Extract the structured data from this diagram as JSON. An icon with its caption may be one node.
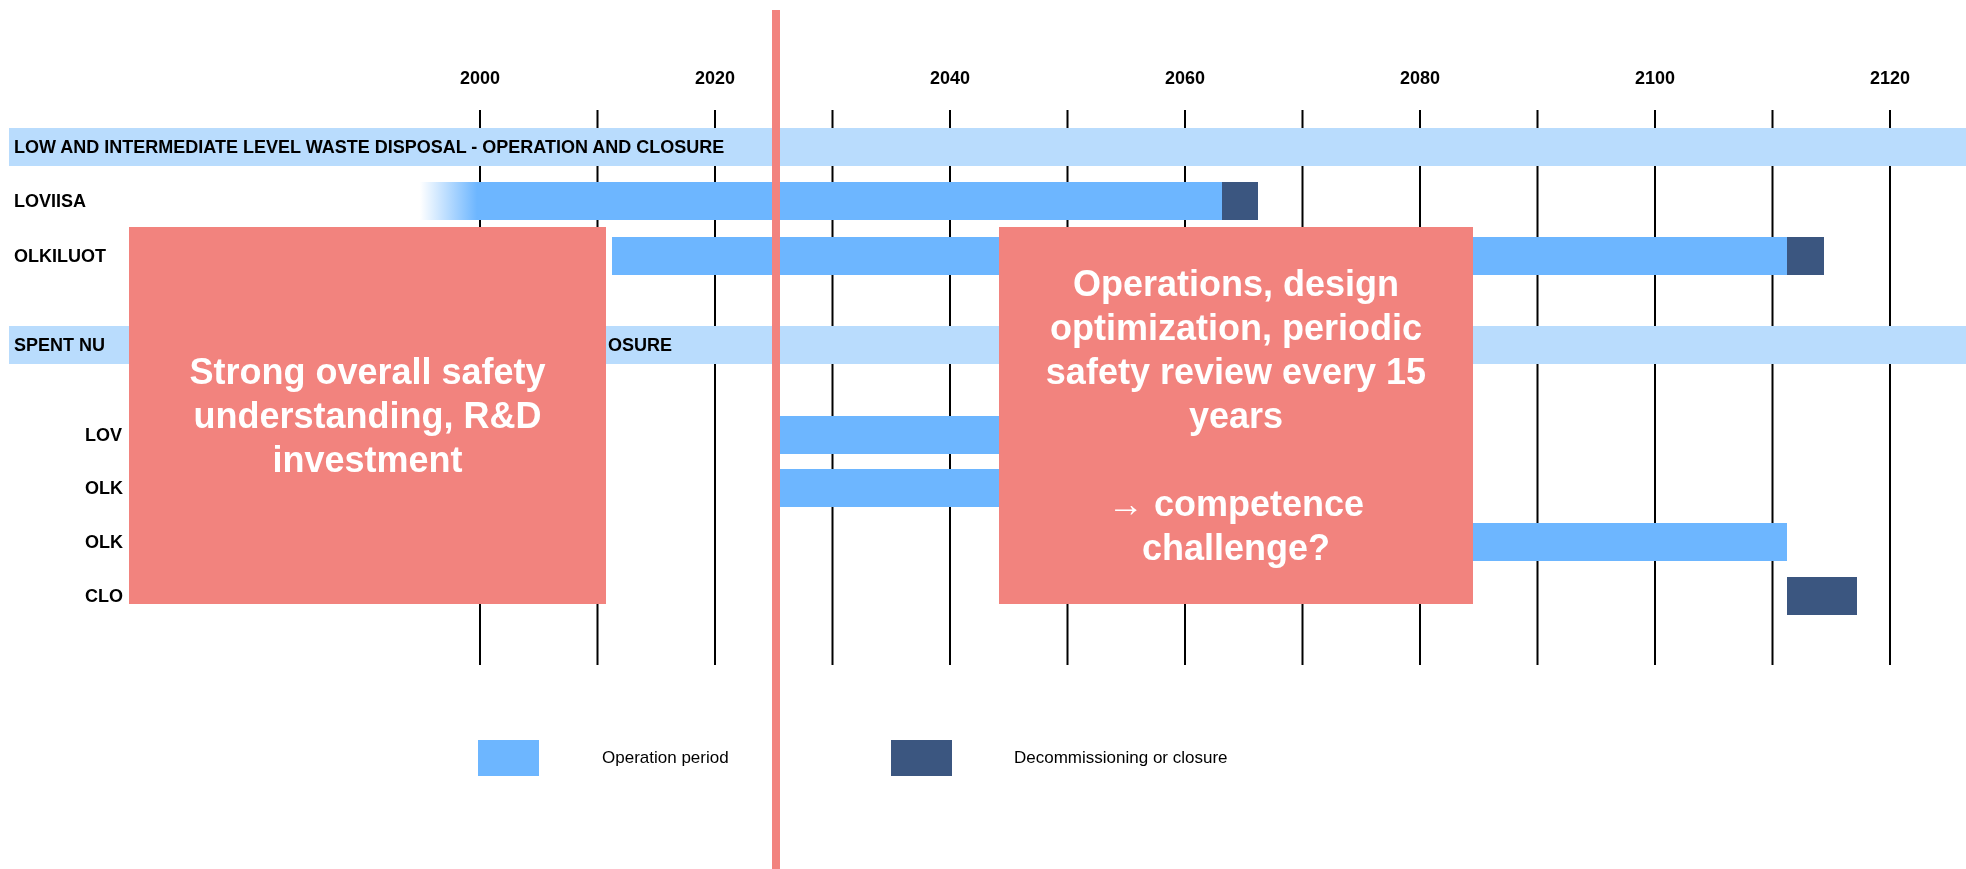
{
  "diagram": {
    "nodes": [
      {
        "text": [
          "Strong overall safety understanding, R&D investment"
        ]
      },
      {
        "text": [
          "Operations, design optimization, periodic safety review every 15 years",
          "→ competence challenge?"
        ]
      }
    ],
    "labels": [
      "2000",
      "2020",
      "2040",
      "2060",
      "2080",
      "2100",
      "2120",
      "LOW AND INTERMEDIATE LEVEL WASTE DISPOSAL - OPERATION AND CLOSURE",
      "LOVIISA",
      "OLKILUOT",
      "SPENT NU",
      "OSURE",
      "LOV",
      "OLK",
      "OLK",
      "CLO"
    ],
    "legend": [
      {
        "text": "Operation period",
        "color": "#6db6ff"
      },
      {
        "text": "Decommissioning or closure",
        "color": "#3b5680"
      }
    ]
  }
}
